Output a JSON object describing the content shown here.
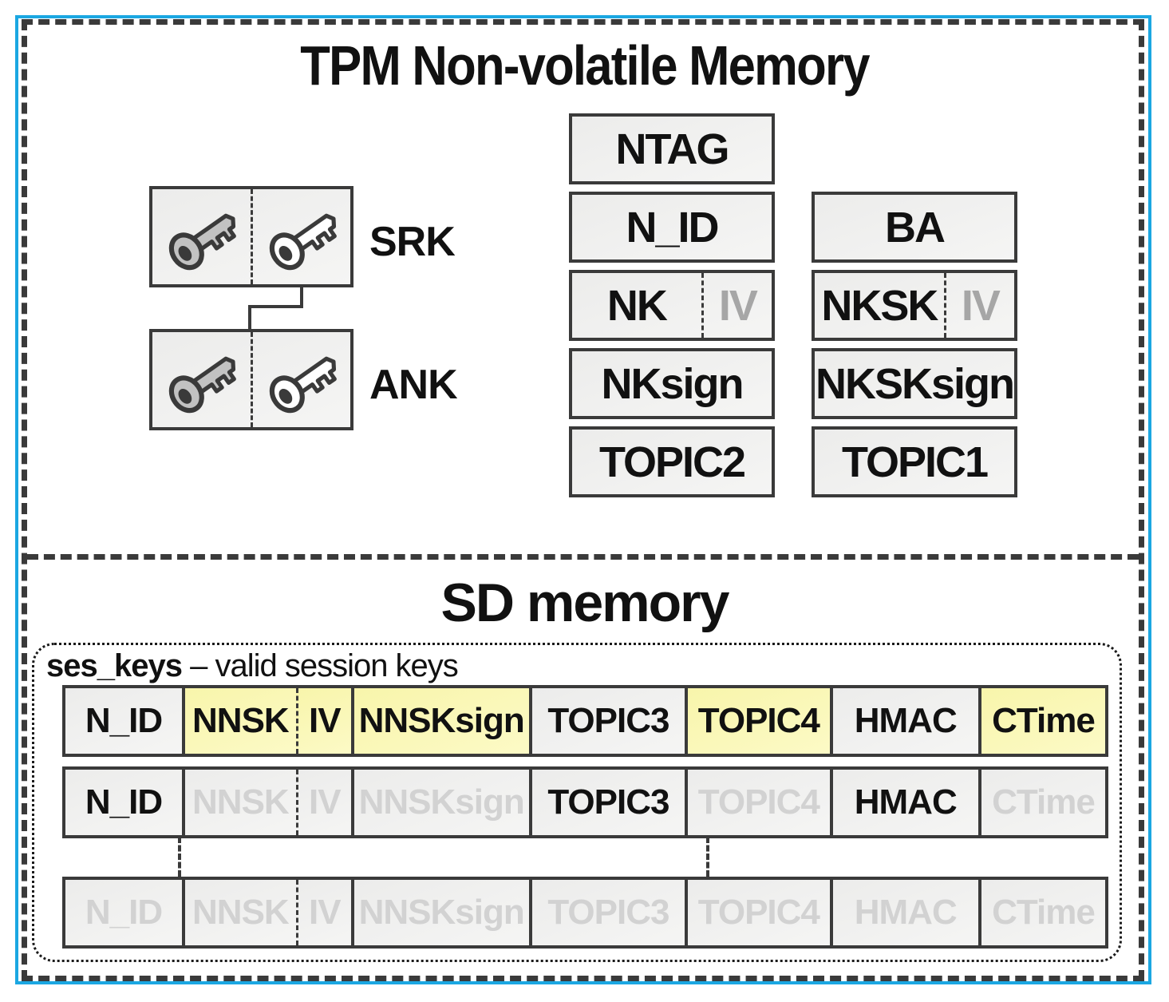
{
  "colors": {
    "frame_blue": "#1ba7e2",
    "line_dark": "#3a3a3a",
    "box_fill": "#f1f1f0",
    "highlight_yellow": "#faf7b8",
    "muted_text": "#d2d2d2",
    "iv_gray_text": "#a6a6a6",
    "text_black": "#111111"
  },
  "tpm": {
    "title": "TPM Non-volatile Memory",
    "key_groups": [
      {
        "label": "SRK",
        "icons": [
          "key-icon",
          "key-icon"
        ]
      },
      {
        "label": "ANK",
        "icons": [
          "key-icon",
          "key-icon"
        ]
      }
    ],
    "col_a": [
      {
        "label": "NTAG"
      },
      {
        "label": "N_ID"
      },
      {
        "label": "NK",
        "iv": "IV"
      },
      {
        "label": "NKsign"
      },
      {
        "label": "TOPIC2"
      }
    ],
    "col_b": [
      {
        "label": "BA"
      },
      {
        "label": "NKSK",
        "iv": "IV"
      },
      {
        "label": "NKSKsign"
      },
      {
        "label": "TOPIC1"
      }
    ]
  },
  "sd": {
    "title": "SD memory",
    "legend_bold": "ses_keys",
    "legend_rest": " – valid session keys",
    "rows": [
      {
        "cells": [
          {
            "label": "N_ID",
            "bg": "gray",
            "text": "normal"
          },
          {
            "label": "NNSK",
            "bg": "yellow",
            "text": "normal"
          },
          {
            "label": "IV",
            "bg": "yellow",
            "text": "normal"
          },
          {
            "label": "NNSKsign",
            "bg": "yellow",
            "text": "normal"
          },
          {
            "label": "TOPIC3",
            "bg": "gray",
            "text": "normal"
          },
          {
            "label": "TOPIC4",
            "bg": "yellow",
            "text": "normal"
          },
          {
            "label": "HMAC",
            "bg": "gray",
            "text": "normal"
          },
          {
            "label": "CTime",
            "bg": "yellow",
            "text": "normal"
          }
        ]
      },
      {
        "cells": [
          {
            "label": "N_ID",
            "bg": "gray",
            "text": "normal"
          },
          {
            "label": "NNSK",
            "bg": "gray",
            "text": "muted"
          },
          {
            "label": "IV",
            "bg": "gray",
            "text": "muted"
          },
          {
            "label": "NNSKsign",
            "bg": "gray",
            "text": "muted"
          },
          {
            "label": "TOPIC3",
            "bg": "gray",
            "text": "normal"
          },
          {
            "label": "TOPIC4",
            "bg": "gray",
            "text": "muted"
          },
          {
            "label": "HMAC",
            "bg": "gray",
            "text": "normal"
          },
          {
            "label": "CTime",
            "bg": "gray",
            "text": "muted"
          }
        ]
      },
      {
        "cells": [
          {
            "label": "N_ID",
            "bg": "gray",
            "text": "muted"
          },
          {
            "label": "NNSK",
            "bg": "gray",
            "text": "muted"
          },
          {
            "label": "IV",
            "bg": "gray",
            "text": "muted"
          },
          {
            "label": "NNSKsign",
            "bg": "gray",
            "text": "muted"
          },
          {
            "label": "TOPIC3",
            "bg": "gray",
            "text": "muted"
          },
          {
            "label": "TOPIC4",
            "bg": "gray",
            "text": "muted"
          },
          {
            "label": "HMAC",
            "bg": "gray",
            "text": "muted"
          },
          {
            "label": "CTime",
            "bg": "gray",
            "text": "muted"
          }
        ]
      }
    ]
  }
}
